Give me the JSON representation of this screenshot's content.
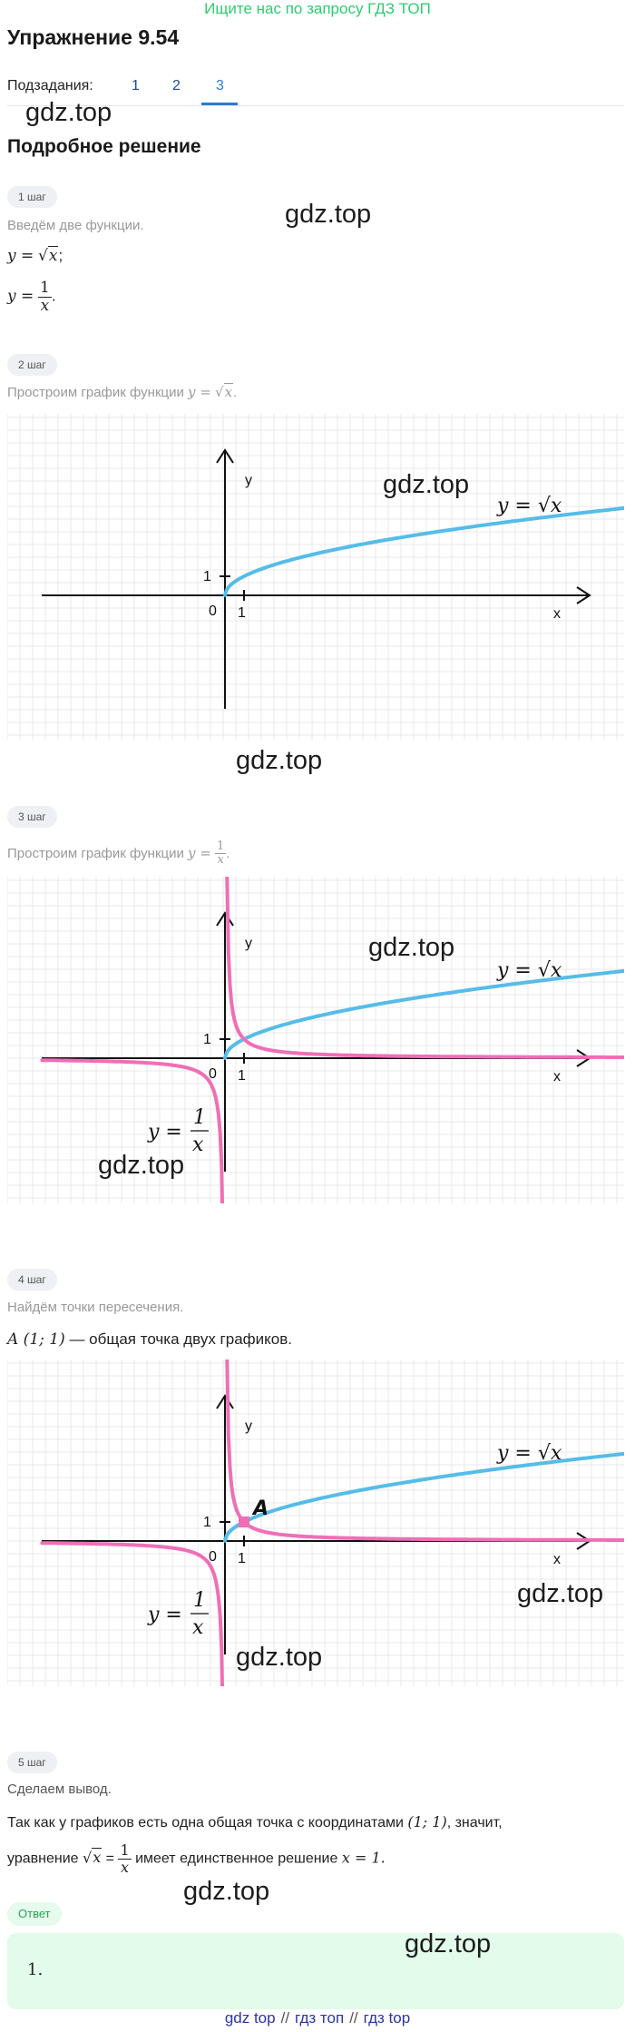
{
  "promo": "Ищите нас по запросу ГДЗ ТОП",
  "title": "Упражнение 9.54",
  "subtasks": {
    "label": "Подзадания:",
    "items": [
      "1",
      "2",
      "3"
    ],
    "active": "3"
  },
  "watermark": "gdz.top",
  "section_title": "Подробное решение",
  "steps": [
    {
      "badge": "1 шаг",
      "text": "Введём две функции."
    },
    {
      "badge": "2 шаг",
      "text": "Простроим график функции"
    },
    {
      "badge": "3 шаг",
      "text": "Простроим график функции"
    },
    {
      "badge": "4 шаг",
      "text": "Найдём точки пересечения.",
      "detail": "— общая точка двух графиков."
    },
    {
      "badge": "5 шаг",
      "text": "Сделаем вывод.",
      "conclusion_1": "Так как у графиков есть одна общая точка с координатами",
      "conclusion_1_end": ", значит,",
      "conclusion_2a": "уравнение",
      "conclusion_2b": "имеет единственное решение"
    }
  ],
  "math": {
    "y_eq": "y =",
    "sqrt_arg": "x",
    "frac_num": "1",
    "frac_den": "x",
    "point": "A (1;  1)",
    "point_coords": "(1;  1)",
    "solution": "x = 1."
  },
  "graph_labels": {
    "axis_x": "x",
    "axis_y": "y",
    "origin": "0",
    "tick_one": "1",
    "point_label": "A",
    "sqrt_label": "y = √x",
    "recip_label_lhs": "y =",
    "recip_num": "1",
    "recip_den": "x"
  },
  "colors": {
    "sqrt_curve": "#56bce9",
    "recip_curve": "#ef6fb6",
    "grid": "#e8e8e8",
    "accent": "#2a7bd4",
    "answer_bg": "#e2fbea"
  },
  "answer_badge": "Ответ",
  "answer_value": "1.",
  "footer": [
    "gdz top",
    "гдз топ",
    "гдз top"
  ],
  "footer_sep": "//"
}
